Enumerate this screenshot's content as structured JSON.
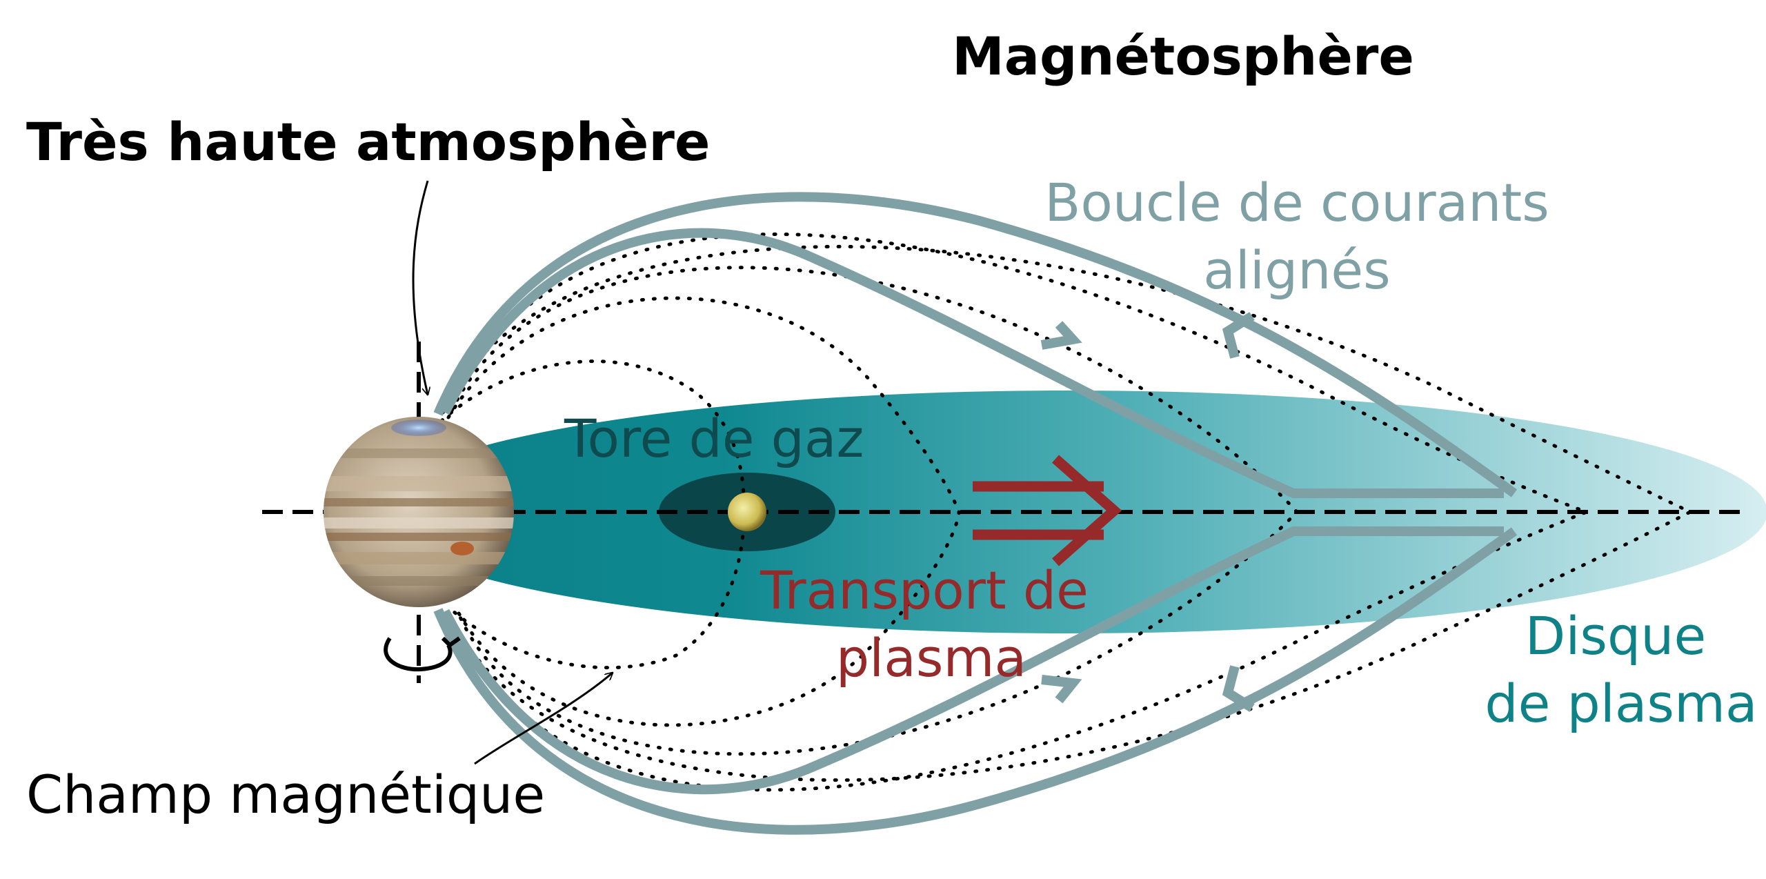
{
  "labels": {
    "magnetosphere": "Magnétosphère",
    "upper_atmosphere": "Très haute atmosphère",
    "current_loop_line1": "Boucle de courants",
    "current_loop_line2": "alignés",
    "gas_torus": "Tore de gaz",
    "plasma_transport_line1": "Transport de",
    "plasma_transport_line2": "plasma",
    "plasma_disk_line1": "Disque",
    "plasma_disk_line2": "de plasma",
    "magnetic_field": "Champ magnétique"
  },
  "colors": {
    "current_loop": "#7fa1a5",
    "current_loop_text": "#7fa1a5",
    "disk_dark": "#0b8088",
    "disk_light": "#cdeaee",
    "torus_core": "#0a4549",
    "torus_text": "#0f4a4e",
    "transport": "#962a2a",
    "disk_text": "#0f8288",
    "ink": "#000000"
  },
  "icons": {
    "planet": "jupiter-planet-icon",
    "moon": "io-moon-icon",
    "rotation": "rotation-arrow-icon",
    "transport_arrow": "double-arrow-right-icon"
  }
}
